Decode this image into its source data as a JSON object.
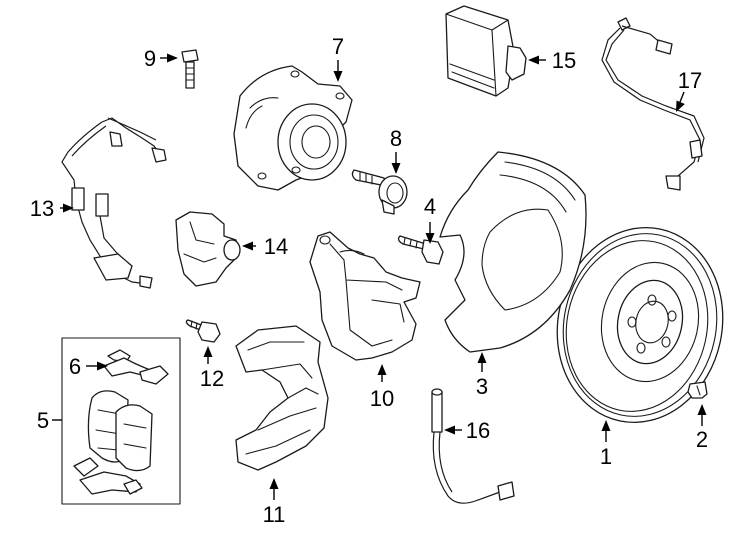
{
  "diagram": {
    "callouts": [
      {
        "id": "1",
        "text": "1"
      },
      {
        "id": "2",
        "text": "2"
      },
      {
        "id": "3",
        "text": "3"
      },
      {
        "id": "4",
        "text": "4"
      },
      {
        "id": "5",
        "text": "5"
      },
      {
        "id": "6",
        "text": "6"
      },
      {
        "id": "7",
        "text": "7"
      },
      {
        "id": "8",
        "text": "8"
      },
      {
        "id": "9",
        "text": "9"
      },
      {
        "id": "10",
        "text": "10"
      },
      {
        "id": "11",
        "text": "11"
      },
      {
        "id": "12",
        "text": "12"
      },
      {
        "id": "13",
        "text": "13"
      },
      {
        "id": "14",
        "text": "14"
      },
      {
        "id": "15",
        "text": "15"
      },
      {
        "id": "16",
        "text": "16"
      },
      {
        "id": "17",
        "text": "17"
      }
    ],
    "line_color": "#1a1a1a",
    "background": "#ffffff"
  }
}
